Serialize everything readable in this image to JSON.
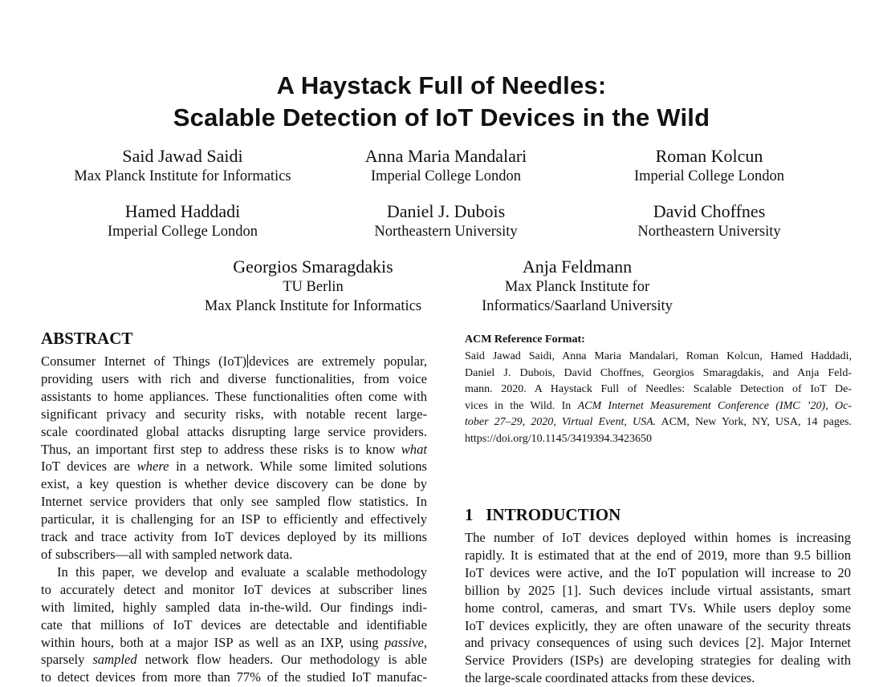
{
  "paper": {
    "title_line1": "A Haystack Full of Needles:",
    "title_line2": "Scalable Detection of IoT Devices in the Wild",
    "authors": [
      {
        "name": "Said Jawad Saidi",
        "affiliation": [
          "Max Planck Institute for Informatics"
        ]
      },
      {
        "name": "Anna Maria Mandalari",
        "affiliation": [
          "Imperial College London"
        ]
      },
      {
        "name": "Roman Kolcun",
        "affiliation": [
          "Imperial College London"
        ]
      },
      {
        "name": "Hamed Haddadi",
        "affiliation": [
          "Imperial College London"
        ]
      },
      {
        "name": "Daniel J. Dubois",
        "affiliation": [
          "Northeastern University"
        ]
      },
      {
        "name": "David Choffnes",
        "affiliation": [
          "Northeastern University"
        ]
      },
      {
        "name": "Georgios Smaragdakis",
        "affiliation": [
          "TU Berlin",
          "Max Planck Institute for Informatics"
        ]
      },
      {
        "name": "Anja Feldmann",
        "affiliation": [
          "Max Planck Institute for",
          "Informatics/Saarland University"
        ]
      }
    ],
    "abstract_heading": "ABSTRACT",
    "abstract_lines": [
      "Consumer Internet of Things (IoT)",
      "devices are extremely popular,",
      "providing users with rich and diverse functionalities, from voice",
      "assistants to home appliances. These functionalities often come with",
      "significant privacy and security risks, with notable recent large-",
      "scale coordinated global attacks disrupting large service providers.",
      "Thus, an important first step to address these risks is to know",
      "what",
      "IoT devices are",
      "where",
      "in a network. While some limited solutions",
      "exist, a key question is whether device discovery can be done by",
      "Internet service providers that only see sampled flow statistics. In",
      "particular, it is challenging for an ISP to efficiently and effectively",
      "track and trace activity from IoT devices deployed by its millions",
      "of subscribers—all with sampled network data.",
      "In this paper, we develop and evaluate a scalable methodology",
      "to accurately detect and monitor IoT devices at subscriber lines",
      "with limited, highly sampled data in-the-wild. Our findings indi-",
      "cate that millions of IoT devices are detectable and identifiable",
      "within hours, both at a major ISP as well as an IXP, using",
      "passive",
      ",",
      "sparsely",
      "sampled",
      "network flow headers. Our methodology is able",
      "to detect devices from more than 77% of the studied IoT manufac-"
    ],
    "acm_ref_heading": "ACM Reference Format:",
    "acm_ref_lines": [
      "Said Jawad Saidi, Anna Maria Mandalari, Roman Kolcun, Hamed Haddadi,",
      "Daniel J. Dubois, David Choffnes, Georgios Smaragdakis, and Anja Feld-",
      "mann. 2020. A Haystack Full of Needles: Scalable Detection of IoT De-",
      "vices in the Wild. In",
      "ACM Internet Measurement Conference (IMC ’20), Oc-",
      "tober 27–29, 2020, Virtual Event, USA.",
      "ACM, New York, NY, USA, 14 pages.",
      "https://doi.org/10.1145/3419394.3423650"
    ],
    "intro_heading": "1   INTRODUCTION",
    "intro_lines": [
      "The number of IoT devices deployed within homes is increasing",
      "rapidly. It is estimated that at the end of 2019, more than 9.5 billion",
      "IoT devices were active, and the IoT population will increase to 20",
      "billion by 2025 [1]. Such devices include virtual assistants, smart",
      "home control, cameras, and smart TVs. While users deploy some",
      "IoT devices explicitly, they are often unaware of the security threats",
      "and privacy consequences of using such devices [2]. Major Internet",
      "Service Providers (ISPs) are developing strategies for dealing with",
      "the large-scale coordinated attacks from these devices."
    ]
  }
}
